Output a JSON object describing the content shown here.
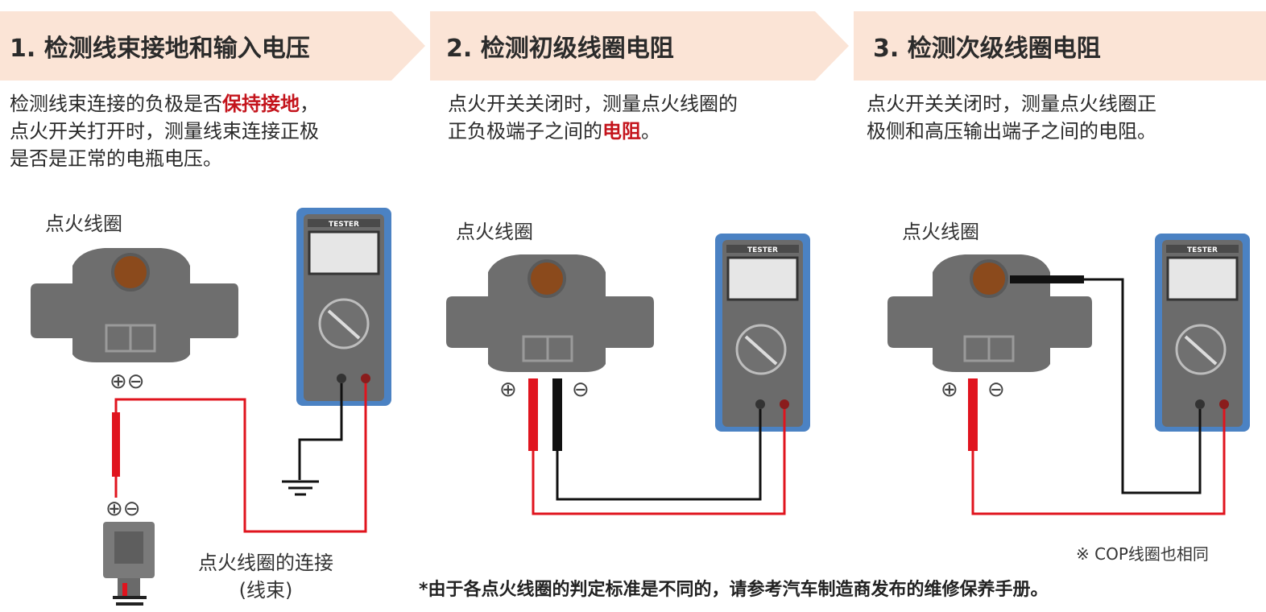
{
  "steps": [
    {
      "title": "1. 检测线束接地和输入电压",
      "desc_lines": [
        [
          "检测线束连接的负极是否",
          "保持接地",
          "，"
        ],
        [
          "点火开关打开时，测量线束连接正极"
        ],
        [
          "是否是正常的电瓶电压。"
        ]
      ]
    },
    {
      "title": "2. 检测初级线圈电阻",
      "desc_lines": [
        [
          "点火开关关闭时，测量点火线圈的"
        ],
        [
          "正负极端子之间的",
          "电阻",
          "。"
        ]
      ]
    },
    {
      "title": "3. 检测次级线圈电阻",
      "desc_lines": [
        [
          "点火开关关闭时，测量点火线圈正"
        ],
        [
          "极侧和高压输出端子之间的电阻。"
        ]
      ]
    }
  ],
  "labels": {
    "coil": "点火线圈",
    "tester": "TESTER",
    "plus_minus": "⊕⊖",
    "plus": "⊕",
    "minus": "⊖",
    "harness_line1": "点火线圈的连接",
    "harness_line2": "(线束)"
  },
  "notes": {
    "cop": "※ COP线圈也相同",
    "footnote": "*由于各点火线圈的判定标准是不同的，请参考汽车制造商发布的维修保养手册。"
  },
  "colors": {
    "header_bg": "#fbe4d6",
    "highlight": "#c4141c",
    "coil_body": "#6e6e6e",
    "coil_terminal": "#8b4a1c",
    "tester_frame": "#4b82c3",
    "tester_body": "#6b6b6b",
    "wire_red": "#e0141e",
    "wire_black": "#111111"
  }
}
